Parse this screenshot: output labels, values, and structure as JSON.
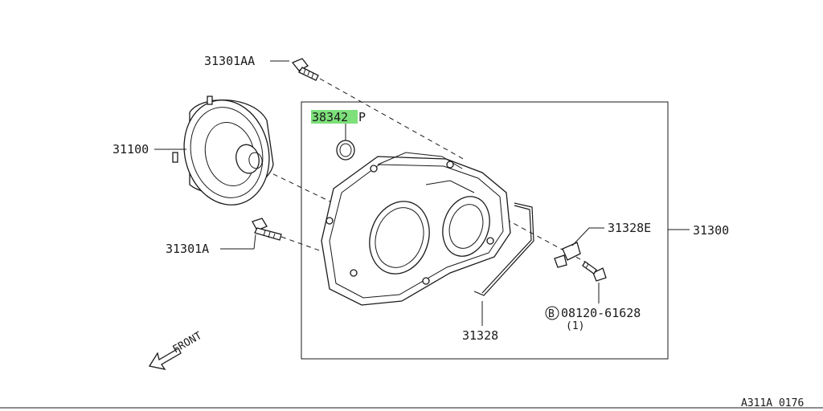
{
  "labels": {
    "bolt_top": "31301AA",
    "torque_converter": "31100",
    "bolt_lower": "31301A",
    "seal_highlighted": "38342",
    "seal_suffix": "P",
    "bracket": "31328E",
    "housing": "31300",
    "bolt_std_badge": "B",
    "bolt_std_part": "08120-61628",
    "bolt_std_qty": "(1)",
    "tube": "31328",
    "front": "FRONT"
  },
  "footer": {
    "diagram_code": "A311A 0176"
  },
  "colors": {
    "line": "#1a1a1a",
    "highlight": "#7de07a",
    "background": "#ffffff"
  }
}
